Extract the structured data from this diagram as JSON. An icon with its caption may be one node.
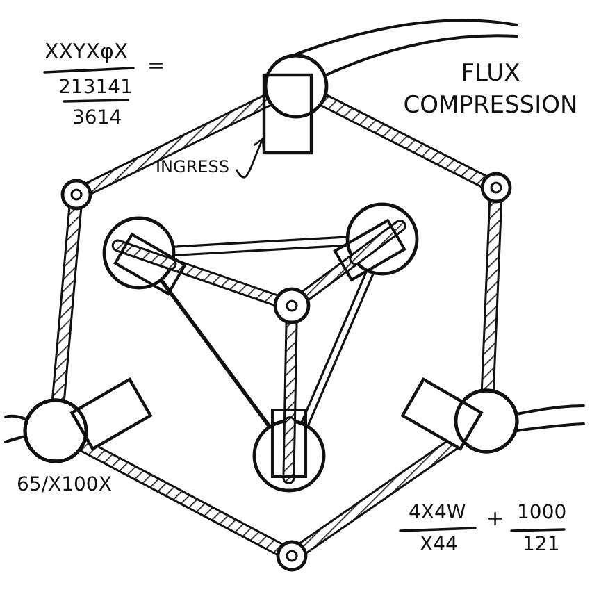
{
  "diagram": {
    "title": "FLUX COMPRESSION",
    "nodes": [
      {
        "text": [
          "INGRESS"
        ]
      },
      {
        "text": [],
        "shape": "circle"
      }
    ],
    "edges": [
      {
        "from": 0,
        "to": 1,
        "arrow": "to"
      }
    ],
    "labels": [
      "XXYXφX",
      "=",
      "213141",
      "3614",
      "65/X100X",
      "4X4W",
      "+",
      "1000",
      "X44",
      "121"
    ]
  }
}
